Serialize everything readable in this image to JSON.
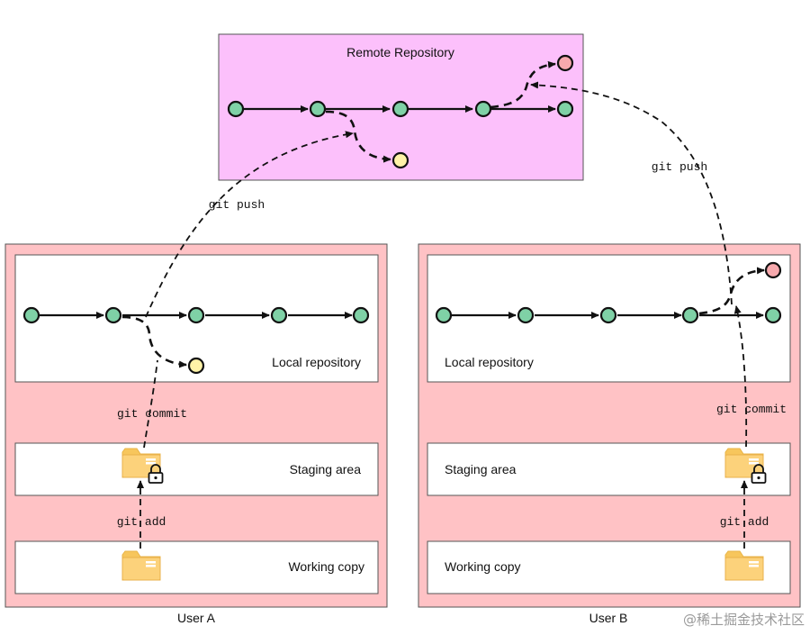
{
  "remote": {
    "title": "Remote Repository"
  },
  "user_a": {
    "name": "User A",
    "local_label": "Local repository",
    "staging_label": "Staging area",
    "working_label": "Working copy",
    "push_label": "git push",
    "commit_label": "git commit",
    "add_label": "git add"
  },
  "user_b": {
    "name": "User B",
    "local_label": "Local repository",
    "staging_label": "Staging area",
    "working_label": "Working copy",
    "push_label": "git push",
    "commit_label": "git commit",
    "add_label": "git add"
  },
  "watermark": "@稀土掘金技术社区",
  "colors": {
    "remote_bg": "#fcc0fb",
    "user_bg": "#ffc2c5",
    "panel_bg": "#ffffff",
    "commit_green": "#7fd1a6",
    "commit_yellow": "#fff3a8",
    "commit_red": "#f7a9ad",
    "folder": "#fcd27b"
  },
  "icons": [
    "folder-icon",
    "lock-icon"
  ]
}
